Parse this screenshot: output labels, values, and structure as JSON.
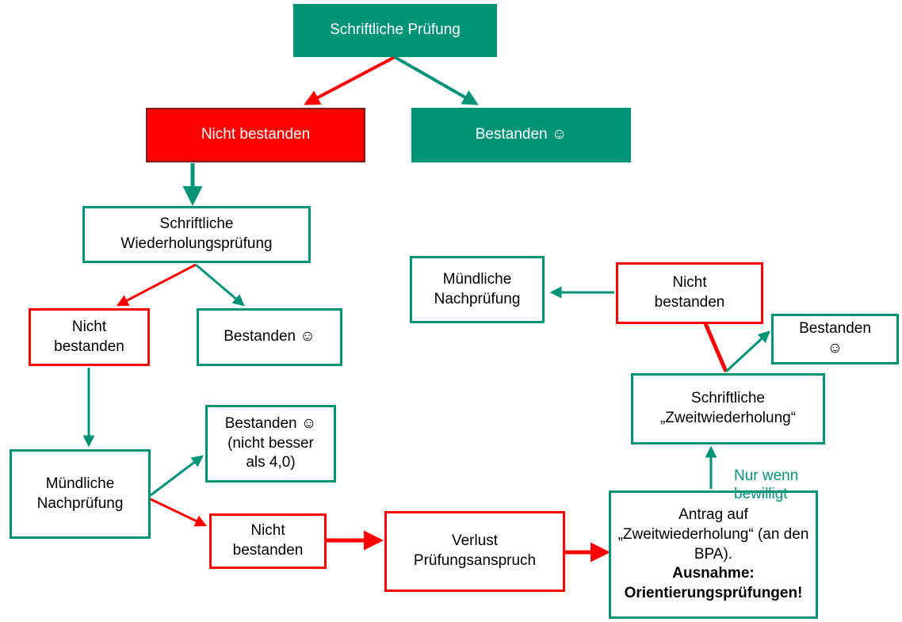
{
  "colors": {
    "teal": "#009378",
    "red": "#ff0000"
  },
  "nodes": {
    "schriftliche_pruefung": "Schriftliche Prüfung",
    "nicht_bestanden_1": "Nicht bestanden",
    "bestanden_1": "Bestanden ☺",
    "wiederholungspruefung": "Schriftliche\nWiederholungsprüfung",
    "nicht_bestanden_2": "Nicht\nbestanden",
    "bestanden_2": "Bestanden ☺",
    "muendliche_nachpruefung_1": "Mündliche\nNachprüfung",
    "bestanden_3": "Bestanden ☺\n(nicht besser\nals 4,0)",
    "nicht_bestanden_3": "Nicht\nbestanden",
    "verlust": "Verlust\nPrüfungsanspruch",
    "antrag_text": "Antrag auf\n„Zweitwiederholung“ (an den\nBPA).",
    "antrag_ausnahme": "Ausnahme:\nOrientierungsprüfungen!",
    "zweitwiederholung": "Schriftliche\n„Zweitwiederholung“",
    "bestanden_4": "Bestanden\n☺",
    "nicht_bestanden_4": "Nicht\nbestanden",
    "muendliche_nachpruefung_2": "Mündliche\nNachprüfung"
  },
  "notes": {
    "nur_wenn_bewilligt": "Nur wenn\nbewilligt"
  }
}
